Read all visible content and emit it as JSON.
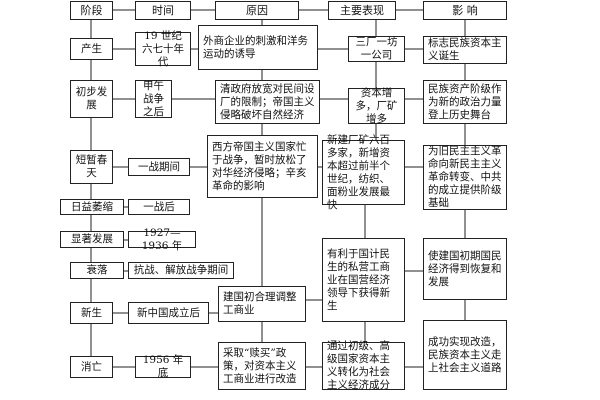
{
  "headers": {
    "stage": "阶段",
    "time": "时间",
    "cause": "原因",
    "manifestation": "主要表现",
    "impact": "影 响"
  },
  "stages": {
    "birth": "产生",
    "initial_dev": "初步发展",
    "brief_spring": "短暂春天",
    "decline": "日益萎缩",
    "notable_dev": "显著发展",
    "fading": "衰落",
    "rebirth": "新生",
    "demise": "消亡"
  },
  "times": {
    "t1": "19 世纪六七十年代",
    "t2": "甲午战争之后",
    "t3": "一战期间",
    "t4": "一战后",
    "t5": "1927—1936 年",
    "t6": "抗战、解放战争期间",
    "t7": "新中国成立后",
    "t8": "1956 年底"
  },
  "causes": {
    "c1": "外商企业的刺激和洋务运动的诱导",
    "c2": "清政府放宽对民间设厂的限制；帝国主义侵略破坏自然经济",
    "c3": "西方帝国主义国家忙于战争，暂时放松了对华经济侵略；辛亥革命的影响",
    "c4": "建国初合理调整工商业",
    "c5": "采取“赎买”政策，对资本主义工商业进行改造"
  },
  "manifestations": {
    "m1": "三厂一坊一公司",
    "m2": "资本增多，厂矿增多",
    "m3": "新建厂矿六百多家，新增资本超过前半个世纪，纺织、面粉业发展最快",
    "m4": "有利于国计民生的私营工商业在国营经济领导下获得新生",
    "m5": "通过初级、高级国家资本主义转化为社会主义经济成分"
  },
  "impacts": {
    "i1": "标志民族资本主义诞生",
    "i2": "民族资产阶级作为新的政治力量登上历史舞台",
    "i3": "为旧民主主义革命向新民主主义革命转变、中共的成立提供阶级基础",
    "i4": "使建国初期国民经济得到恢复和发展",
    "i5": "成功实现改造，民族资本主义走上社会主义道路"
  }
}
